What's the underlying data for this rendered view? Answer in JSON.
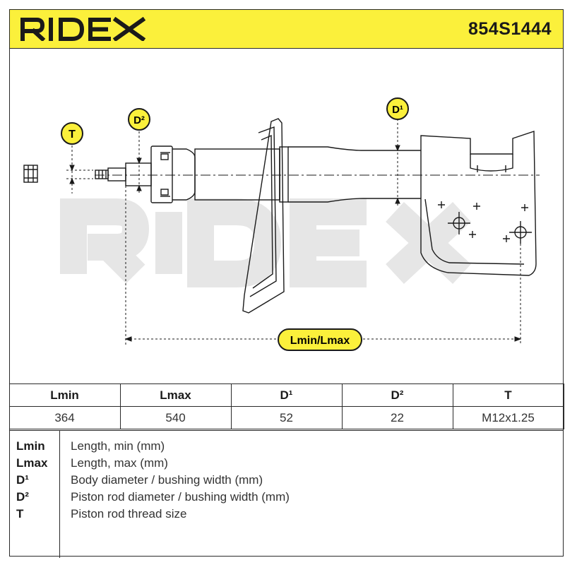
{
  "brand": "RIDEX",
  "part_number": "854S1444",
  "colors": {
    "accent": "#fbf03b",
    "ink": "#1a1a1a",
    "watermark": "#e6e6e6"
  },
  "diagram": {
    "labels": {
      "T": "T",
      "D2": "D²",
      "D1": "D¹",
      "L": "Lmin/Lmax"
    }
  },
  "spec_table": {
    "headers": [
      "Lmin",
      "Lmax",
      "D¹",
      "D²",
      "T"
    ],
    "values": [
      "364",
      "540",
      "52",
      "22",
      "M12x1.25"
    ]
  },
  "legend": [
    {
      "key": "Lmin",
      "text": "Length, min (mm)"
    },
    {
      "key": "Lmax",
      "text": "Length, max (mm)"
    },
    {
      "key": "D¹",
      "text": "Body diameter / bushing width (mm)"
    },
    {
      "key": "D²",
      "text": "Piston rod diameter / bushing width (mm)"
    },
    {
      "key": "T",
      "text": "Piston rod thread size"
    }
  ]
}
